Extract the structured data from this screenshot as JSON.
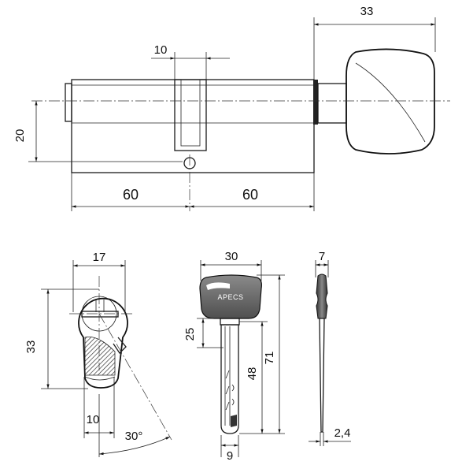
{
  "dimensions": {
    "top_knob_width": "33",
    "top_cam_width": "10",
    "top_height": "20",
    "top_left_length": "60",
    "top_right_length": "60",
    "profile_width": "17",
    "profile_height": "33",
    "profile_bottom_width": "10",
    "cam_angle": "30°",
    "key_width": "30",
    "key_head_height": "25",
    "key_blade_length": "48",
    "key_total_length": "71",
    "key_blade_width": "9",
    "key_side_thickness": "7",
    "key_blade_thickness": "2,4"
  },
  "key": {
    "brand": "APECS"
  },
  "colors": {
    "line": "#111111",
    "key_head": "#6e6e6e",
    "hatch": "#333333"
  }
}
